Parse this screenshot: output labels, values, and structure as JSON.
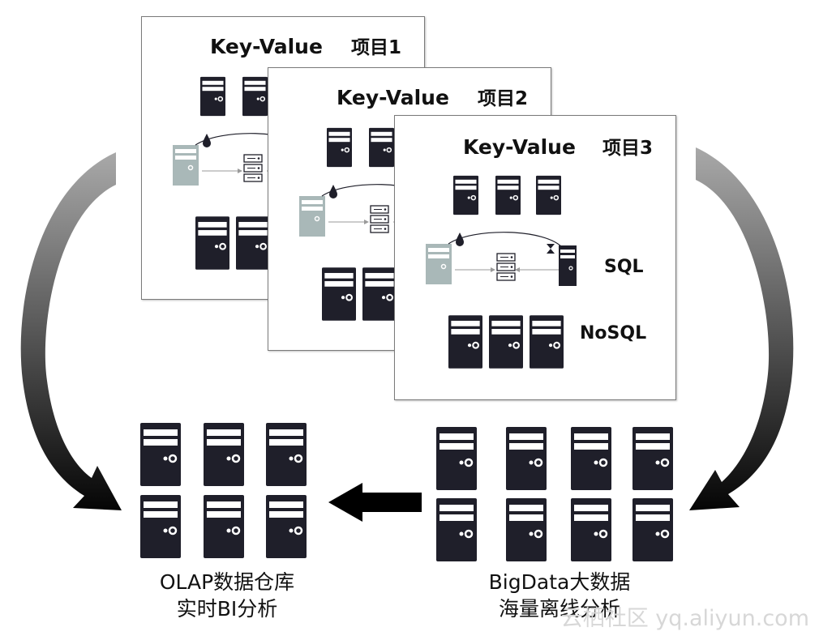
{
  "projects": [
    {
      "kv_label": "Key-Value",
      "title": "项目1"
    },
    {
      "kv_label": "Key-Value",
      "title": "项目2"
    },
    {
      "kv_label": "Key-Value",
      "title": "项目3",
      "sql_label": "SQL",
      "nosql_label": "NoSQL"
    }
  ],
  "olap": {
    "line1": "OLAP数据仓库",
    "line2": "实时BI分析"
  },
  "bigdata": {
    "line1": "BigData大数据",
    "line2": "海量离线分析"
  },
  "watermark": "云栖社区 yq.aliyun.com",
  "colors": {
    "server": "#1f1f2a",
    "server_faded": "#a9b8b8",
    "arrow": "#000000",
    "arrow_light": "#9a9a9a"
  }
}
